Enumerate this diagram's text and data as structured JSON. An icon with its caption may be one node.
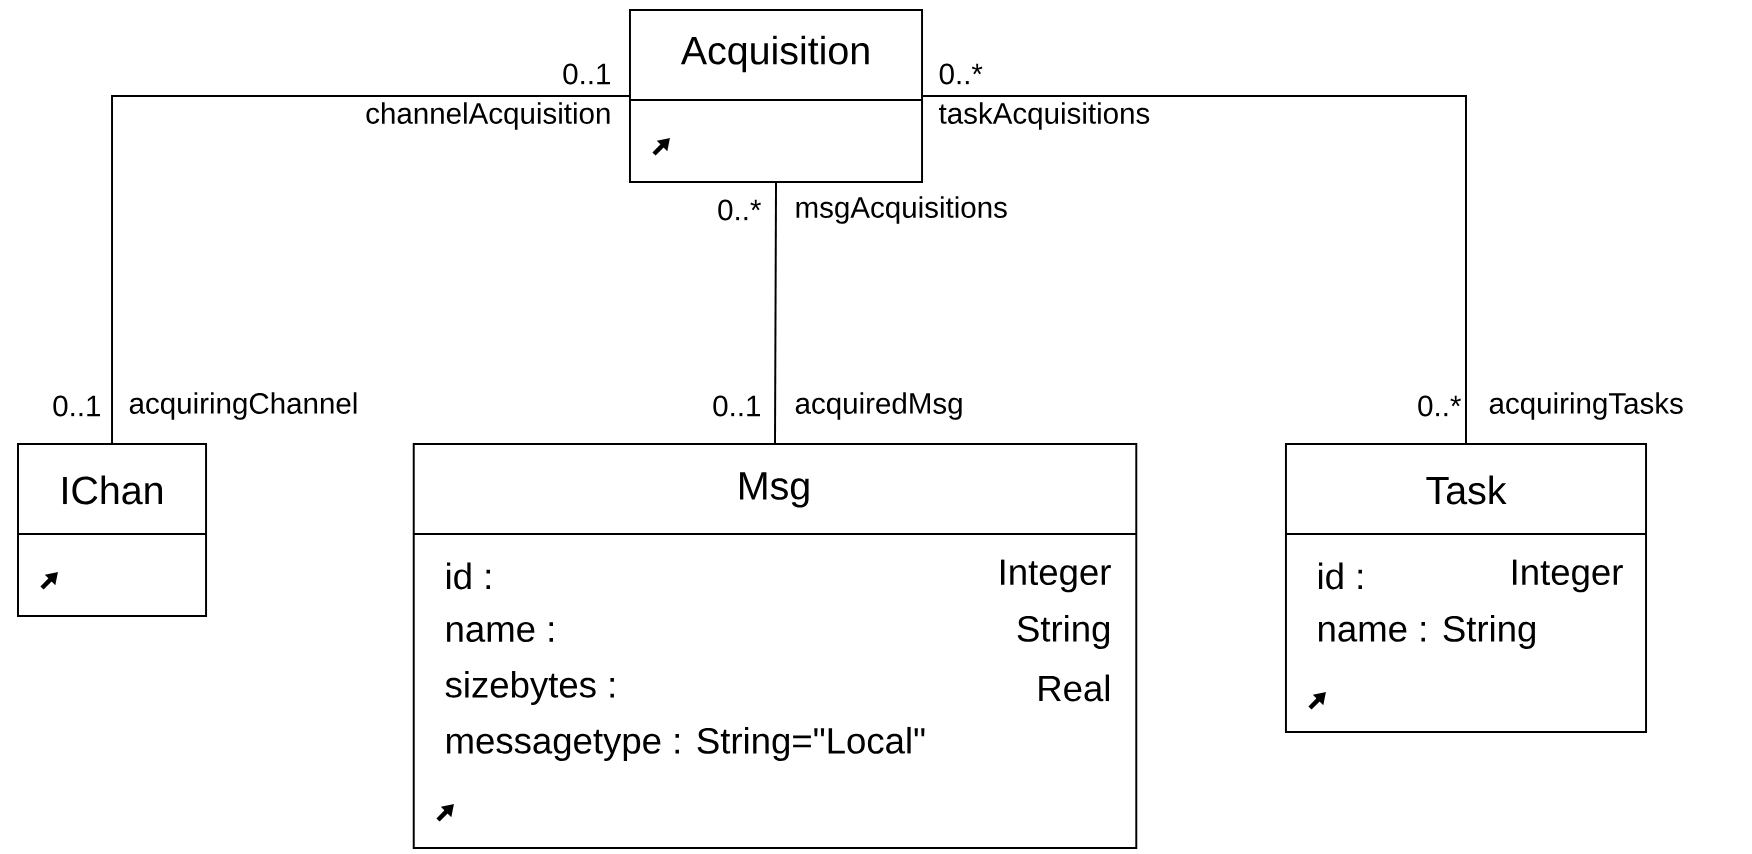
{
  "diagram": {
    "nodes": [
      {
        "text": [
          "Acquisition"
        ]
      },
      {
        "text": [
          "IChan"
        ]
      },
      {
        "text": [
          "Msg",
          "id :",
          "Integer",
          "name :",
          "String",
          "sizebytes :",
          "Real",
          "messagetype : String=\"Local\""
        ]
      },
      {
        "text": [
          "Task",
          "id :",
          "Integer",
          "name : String"
        ]
      }
    ],
    "edges": [
      {
        "from": 0,
        "to": 1,
        "arrow": "none"
      },
      {
        "from": 0,
        "to": 2,
        "arrow": "none"
      },
      {
        "from": 0,
        "to": 3,
        "arrow": "none"
      }
    ],
    "labels": [
      "0..1",
      "channelAcquisition",
      "0..*",
      "taskAcquisitions",
      "0..*",
      "msgAcquisitions",
      "0..1",
      "acquiringChannel",
      "0..1",
      "acquiredMsg",
      "0..*",
      "acquiringTasks"
    ]
  }
}
